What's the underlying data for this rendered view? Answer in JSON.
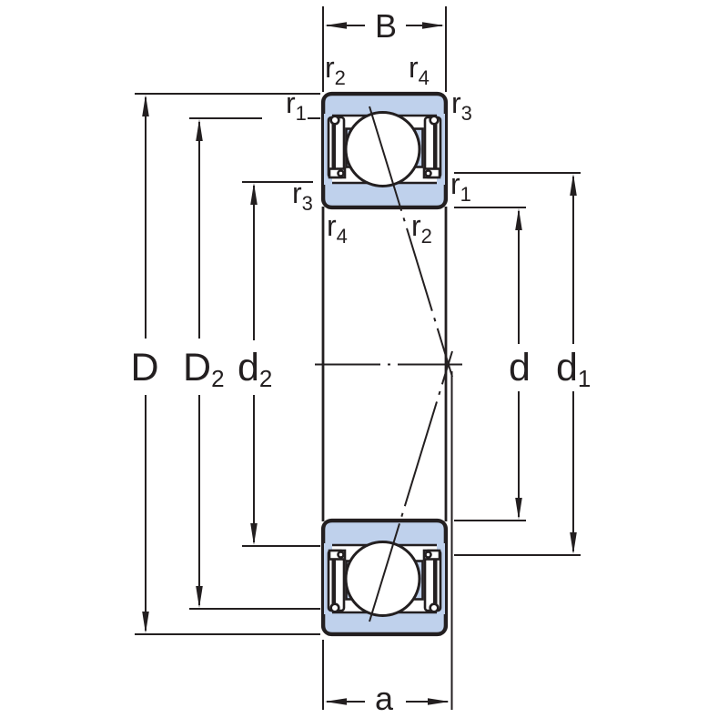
{
  "diagram": {
    "type": "bearing-cross-section",
    "colors": {
      "ring_fill": "#bfd1ec",
      "line": "#231f20",
      "background": "#ffffff"
    }
  },
  "labels": {
    "B": {
      "base": "B"
    },
    "D": {
      "base": "D"
    },
    "D2": {
      "base": "D",
      "sub": "2"
    },
    "d2": {
      "base": "d",
      "sub": "2"
    },
    "d": {
      "base": "d"
    },
    "d1": {
      "base": "d",
      "sub": "1"
    },
    "a": {
      "base": "a"
    },
    "r_top_left": {
      "base": "r",
      "sub": "2"
    },
    "r_top_right": {
      "base": "r",
      "sub": "4"
    },
    "r_side_left_upper": {
      "base": "r",
      "sub": "1"
    },
    "r_side_right_upper": {
      "base": "r",
      "sub": "3"
    },
    "r_side_left_lower": {
      "base": "r",
      "sub": "3"
    },
    "r_side_right_lower": {
      "base": "r",
      "sub": "1"
    },
    "r_bore_left": {
      "base": "r",
      "sub": "4"
    },
    "r_bore_right": {
      "base": "r",
      "sub": "2"
    }
  }
}
